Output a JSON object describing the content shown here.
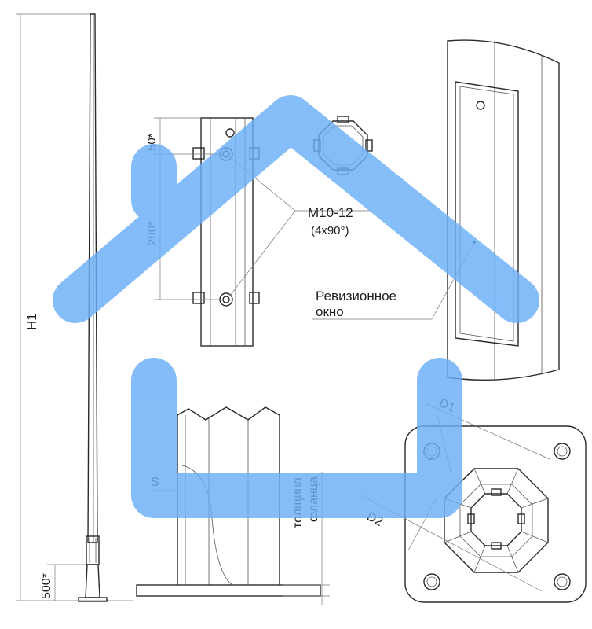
{
  "labels": {
    "height": "H1",
    "dim_top": "50*",
    "dim_spacing": "200*",
    "dim_bottom": "500*",
    "bolt": "M10-12",
    "bolt_pattern": "(4x90°)",
    "inspection_window_line1": "Ревизионное",
    "inspection_window_line2": "окно",
    "wall_thickness": "S",
    "flange_thickness_line1": "толщина",
    "flange_thickness_line2": "фланца",
    "diameter_1": "D1",
    "diameter_2": "D2"
  },
  "colors": {
    "logo_blue": "#6aaef8",
    "line": "#2a2a2a"
  },
  "logo": {
    "shape": "house-outline",
    "opacity": 0.82
  }
}
